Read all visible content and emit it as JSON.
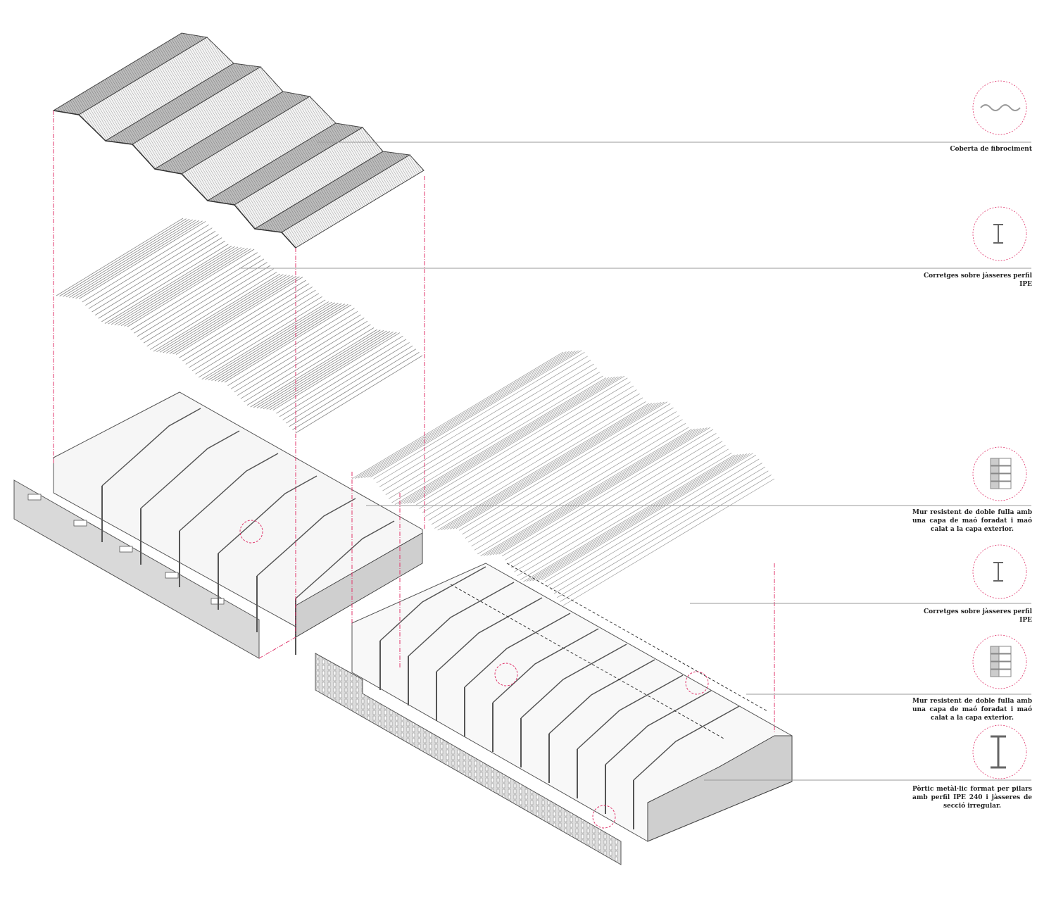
{
  "legend": [
    {
      "icon": "corrugated-sheet-icon",
      "text": "Coberta de fibrociment"
    },
    {
      "icon": "ipe-beam-icon",
      "text": "Corretges sobre jàsseres perfil IPE"
    },
    {
      "icon": "brick-wall-icon",
      "text": "Mur resistent de doble fulla amb una capa de maó foradat i maó calat a la capa exterior."
    },
    {
      "icon": "ipe-beam-icon",
      "text": "Corretges sobre jàsseres perfil IPE"
    },
    {
      "icon": "brick-wall-icon",
      "text": "Mur resistent de doble fulla amb una capa de maó foradat i maó calat a la capa exterior."
    },
    {
      "icon": "ipe-column-icon",
      "text": "Pòrtic metàl·lic format per pilars amb perfil IPE 240 i jàsseres de secció irregular."
    }
  ],
  "colors": {
    "accent": "#e0356b",
    "line": "#555555",
    "fill": "#d9d9d9"
  }
}
